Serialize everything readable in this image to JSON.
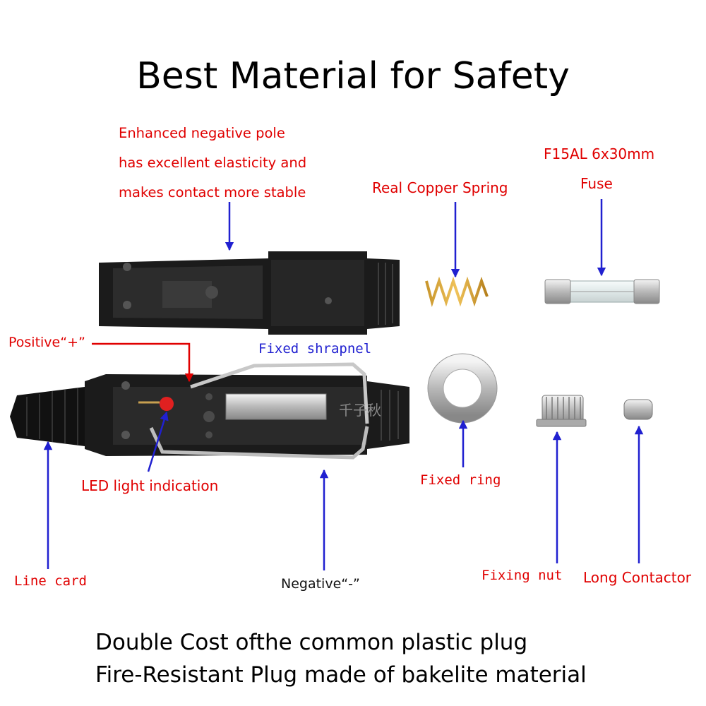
{
  "title": "Best Material for Safety",
  "description_lines": [
    "Enhanced negative pole",
    "has excellent elasticity and",
    "makes contact more stable"
  ],
  "labels": {
    "spring": "Real Copper Spring",
    "fuse_spec": "F15AL 6x30mm",
    "fuse": "Fuse",
    "positive": "Positive“+”",
    "shrapnel": "Fixed shrapnel",
    "led": "LED light indication",
    "fixed_ring": "Fixed ring",
    "line_card": "Line card",
    "negative": "Negative“-”",
    "fixing_nut": "Fixing nut",
    "long_contactor": "Long Contactor"
  },
  "watermark": "千子秋",
  "bottom_lines": [
    "Double Cost ofthe common plastic plug",
    "Fire-Resistant Plug made of bakelite material"
  ],
  "colors": {
    "red_label": "#e00000",
    "blue_arrow": "#2020d0",
    "red_arrow": "#e00000"
  }
}
